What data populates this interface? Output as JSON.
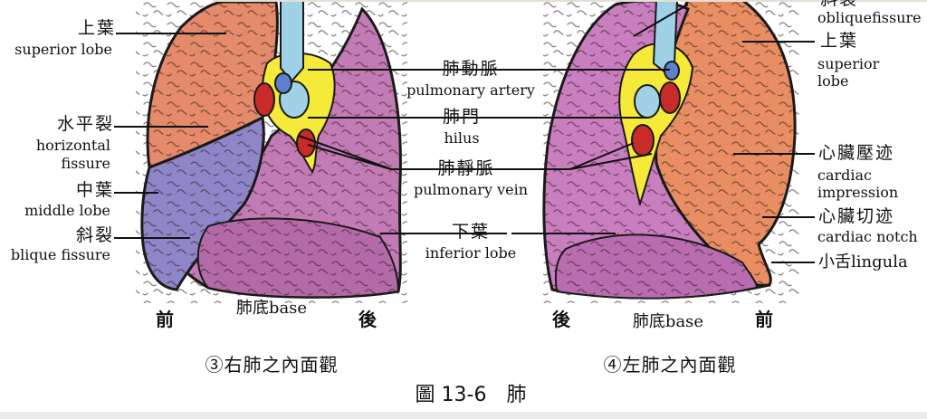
{
  "colors": {
    "superior_right": "#e58a6a",
    "middle_lobe": "#8f86c9",
    "inferior": "#c27bb5",
    "left_lung": "#c97fbf",
    "left_superior": "#e88e62",
    "hilus": "#f5ea3a",
    "artery": "#c92a2a",
    "vein_blue": "#5f7fcf",
    "bronchus": "#9fd2e6",
    "outline": "#1a1a1a"
  },
  "right_lung_labels": {
    "superior_lobe_zh": "上葉",
    "superior_lobe_en": "superior lobe",
    "horizontal_fissure_zh": "水平裂",
    "horizontal_fissure_en1": "horizontal",
    "horizontal_fissure_en2": "fissure",
    "middle_lobe_zh": "中葉",
    "middle_lobe_en": "middle lobe",
    "oblique_fissure_zh": "斜裂",
    "oblique_fissure_en": "blique fissure"
  },
  "center_labels": {
    "pulmonary_artery_zh": "肺動脈",
    "pulmonary_artery_en": "pulmonary artery",
    "hilus_zh": "肺門",
    "hilus_en": "hilus",
    "pulmonary_vein_zh": "肺靜脈",
    "pulmonary_vein_en": "pulmonary vein",
    "inferior_lobe_zh": "下葉",
    "inferior_lobe_en": "inferior lobe"
  },
  "left_lung_labels": {
    "oblique_fissure_zh": "斜裂",
    "oblique_fissure_en": "obliquefissure",
    "superior_lobe_zh": "上葉",
    "superior_lobe_en1": "superior",
    "superior_lobe_en2": "lobe",
    "cardiac_impression_zh": "心臟壓迹",
    "cardiac_impression_en1": "cardiac",
    "cardiac_impression_en2": "impression",
    "cardiac_notch_zh": "心臟切迹",
    "cardiac_notch_en": "cardiac notch",
    "lingula": "小舌lingula"
  },
  "orientation": {
    "right_front": "前",
    "right_back": "後",
    "left_back": "後",
    "left_front": "前",
    "base_right": "肺底base",
    "base_left": "肺底base"
  },
  "captions": {
    "right": "③右肺之內面觀",
    "left": "④左肺之內面觀",
    "figure": "圖 13-6　肺"
  }
}
